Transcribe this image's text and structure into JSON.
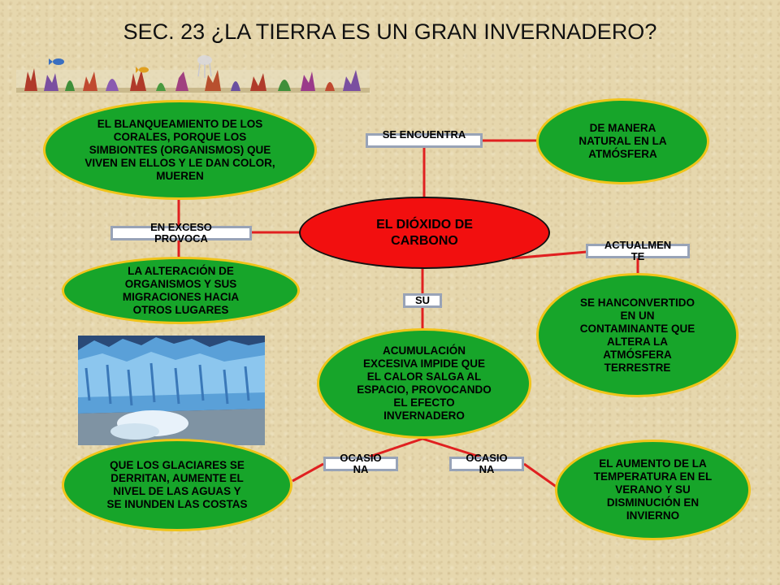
{
  "title": "SEC.  23   ¿LA TIERRA ES UN GRAN INVERNADERO?",
  "center": "EL DIÓXIDO DE CARBONO",
  "nodes": {
    "blanqueamiento": "EL BLANQUEAMIENTO DE LOS CORALES, PORQUE LOS SIMBIONTES (ORGANISMOS) QUE VIVEN EN ELLOS Y LE DAN COLOR, MUEREN",
    "natural": "DE MANERA NATURAL EN LA ATMÓSFERA",
    "alteracion": "LA ALTERACIÓN DE ORGANISMOS Y SUS MIGRACIONES HACIA OTROS LUGARES",
    "contaminante": "SE HANCONVERTIDO EN UN CONTAMINANTE QUE ALTERA LA ATMÓSFERA TERRESTRE",
    "acumulacion": "ACUMULACIÓN EXCESIVA IMPIDE QUE EL CALOR SALGA AL ESPACIO, PROVOCANDO EL EFECTO INVERNADERO",
    "glaciares": "QUE LOS GLACIARES SE DERRITAN, AUMENTE EL NIVEL DE LAS AGUAS Y SE INUNDEN LAS COSTAS",
    "temperatura": "EL AUMENTO DE LA TEMPERATURA EN EL VERANO Y SU DISMINUCIÓN EN INVIERNO"
  },
  "labels": {
    "se_encuentra": "SE ENCUENTRA",
    "en_exceso": "EN EXCESO PROVOCA",
    "actualmente": "ACTUALMEN TE",
    "su": "SU",
    "ocasiona_left": "OCASIO NA",
    "ocasiona_right": "OCASIO NA"
  },
  "colors": {
    "node_fill": "#17a52a",
    "node_border": "#f0c419",
    "center_fill": "#f20f0f",
    "connector": "#e02020",
    "label_border": "#98a3b7"
  }
}
